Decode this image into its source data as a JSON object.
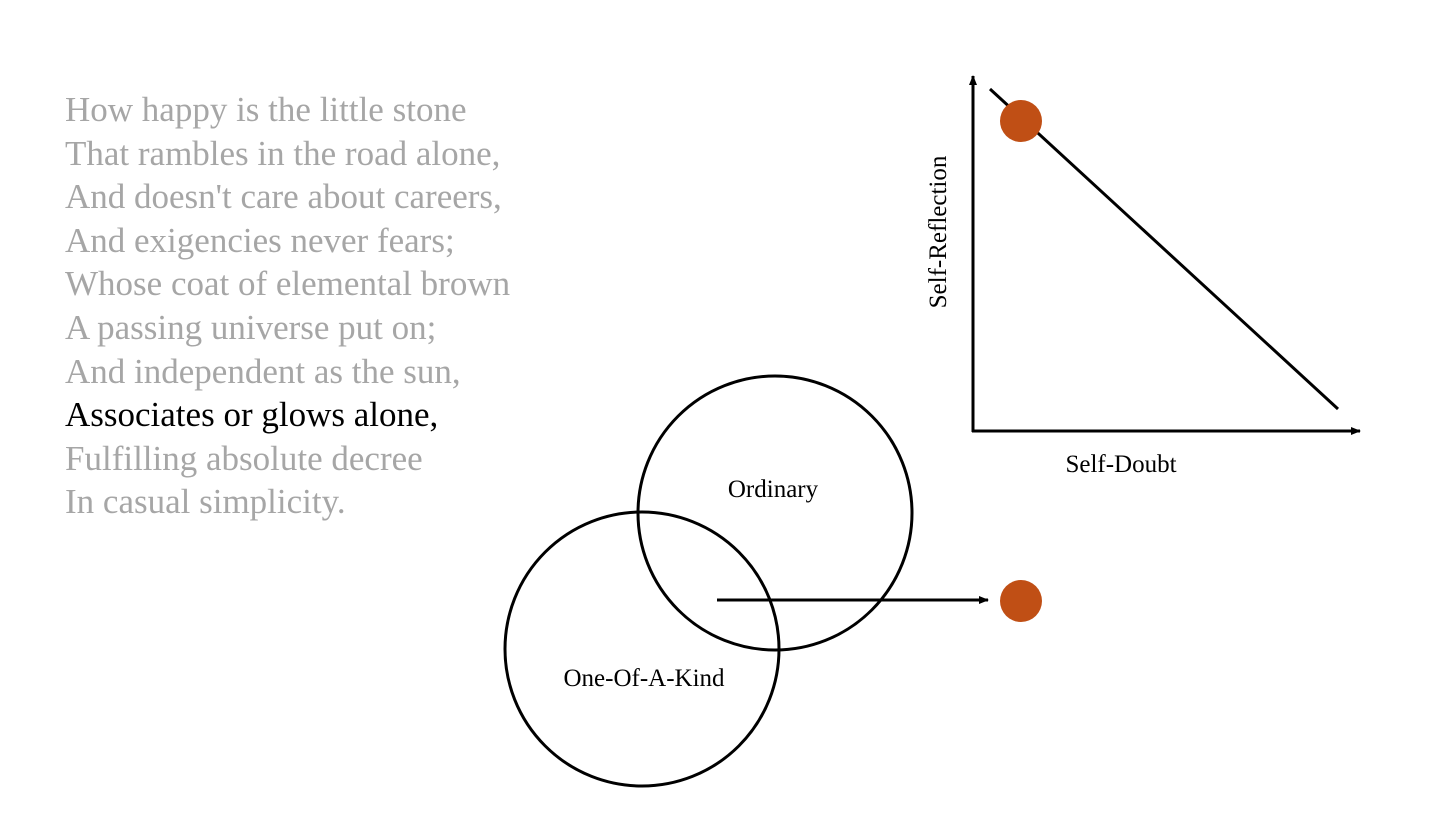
{
  "poem": {
    "lines": [
      "How happy is the little stone",
      "That rambles in the road alone,",
      "And doesn't care about careers,",
      "And exigencies never fears;",
      "Whose coat of elemental brown",
      "A passing universe put on;",
      "And independent as the sun,",
      "Associates or glows alone,",
      "Fulfilling absolute decree",
      "In casual simplicity."
    ],
    "highlighted_index": 7
  },
  "graph": {
    "x_label": "Self-Doubt",
    "y_label": "Self-Reflection"
  },
  "venn": {
    "top_label": "Ordinary",
    "bottom_label": "One-Of-A-Kind"
  },
  "colors": {
    "dim_text": "#a6a6a6",
    "highlight_text": "#000000",
    "dot": "#c04f15",
    "line": "#000000"
  }
}
